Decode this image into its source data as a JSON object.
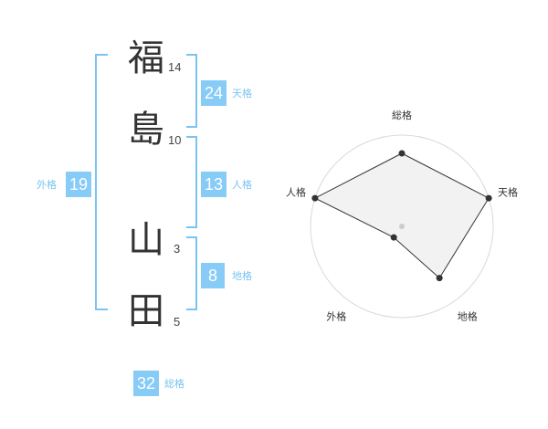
{
  "name": {
    "characters": [
      {
        "char": "福",
        "strokes": "14"
      },
      {
        "char": "島",
        "strokes": "10"
      },
      {
        "char": "山",
        "strokes": "3"
      },
      {
        "char": "田",
        "strokes": "5"
      }
    ]
  },
  "kaku": {
    "tenkaku": {
      "value": "24",
      "label": "天格"
    },
    "jinkaku": {
      "value": "13",
      "label": "人格"
    },
    "chikaku": {
      "value": "8",
      "label": "地格"
    },
    "gaikaku": {
      "value": "19",
      "label": "外格"
    },
    "soukaku": {
      "value": "32",
      "label": "総格"
    }
  },
  "colors": {
    "accent": "#87ccf7",
    "bracket": "#79c4f2",
    "radar_fill": "#f0f0f0",
    "radar_line": "#333333"
  },
  "chart_data": {
    "type": "radar",
    "axes": [
      "総格",
      "天格",
      "地格",
      "外格",
      "人格"
    ],
    "values": [
      0.8,
      1.0,
      0.7,
      0.15,
      1.0
    ],
    "rings": 5,
    "max": 1.0
  }
}
